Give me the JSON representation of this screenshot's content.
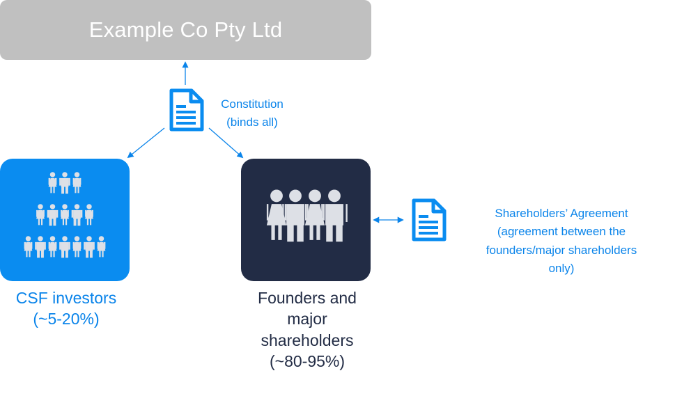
{
  "company": {
    "name": "Example Co Pty Ltd"
  },
  "constitution": {
    "line1": "Constitution",
    "line2": "(binds all)",
    "icon": "document-icon"
  },
  "csf": {
    "line1": "CSF investors",
    "line2": "(~5-20%)",
    "icon": "crowd-icon"
  },
  "founders": {
    "line1": "Founders and",
    "line2": "major",
    "line3": "shareholders",
    "line4": "(~80-95%)",
    "icon": "group-icon"
  },
  "shareholders_agreement": {
    "line1": "Shareholders’ Agreement",
    "line2": "(agreement between the",
    "line3": "founders/major shareholders",
    "line4": "only)",
    "icon": "document-icon"
  },
  "colors": {
    "company_box": "#c0c0c0",
    "accent_blue": "#0a8cf0",
    "dark_navy": "#222c45",
    "person_light": "#dde0e6"
  }
}
